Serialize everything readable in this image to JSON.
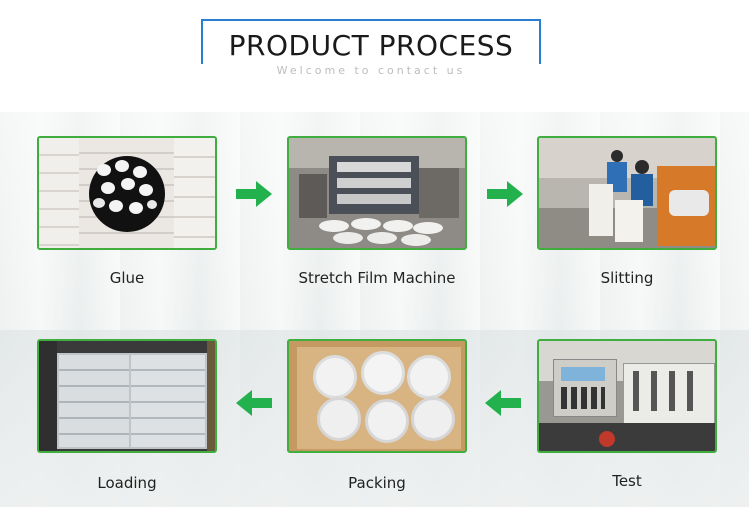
{
  "header": {
    "title": "PRODUCT PROCESS",
    "subtitle": "Welcome to contact us"
  },
  "steps": [
    {
      "label": "Glue"
    },
    {
      "label": "Stretch Film Machine"
    },
    {
      "label": "Slitting"
    },
    {
      "label": "Test"
    },
    {
      "label": "Packing"
    },
    {
      "label": "Loading"
    }
  ],
  "colors": {
    "title_border": "#2a7fd0",
    "panel_border": "#3fae3f",
    "arrow": "#22b14c"
  },
  "icons": {
    "flow_arrow_right": "arrow-right-icon",
    "flow_arrow_left": "arrow-left-icon"
  }
}
